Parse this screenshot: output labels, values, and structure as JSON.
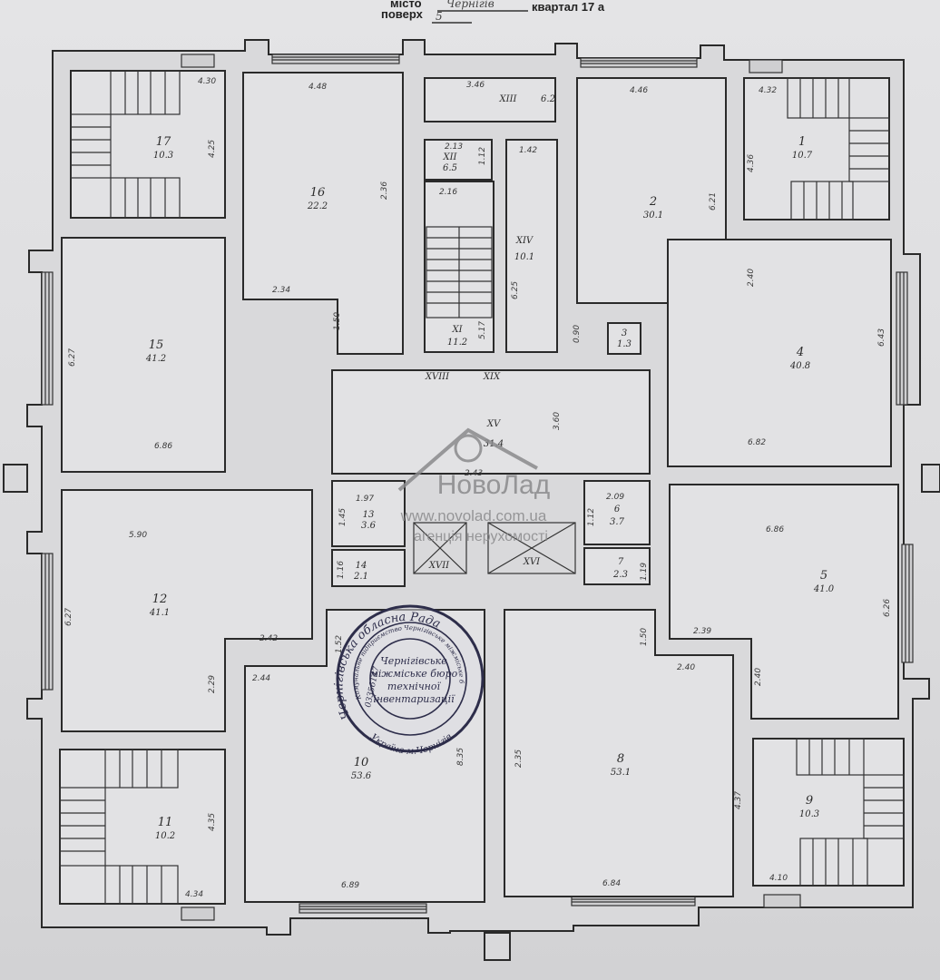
{
  "header": {
    "city_label": "місто",
    "city_value": "Чернігів",
    "block_label": "квартал 17 а",
    "floor_label": "поверх",
    "floor_value": "5"
  },
  "watermark": {
    "brand": "НовоЛад",
    "url": "www.novolad.com.ua",
    "tagline": "агенція нерухомості"
  },
  "stamp": {
    "outer_text": "Чернігівська обласна Рада",
    "ring_text": "Комунальне підприємство Чернігівське міжміське бюро технічної інвентаризації",
    "center_text": [
      "Чернігівське",
      "міжміське бюро",
      "технічної",
      "інвентаризації"
    ],
    "code": "03356147",
    "bottom_text": "Україна м.Чернігів"
  },
  "rooms": [
    {
      "id": "r17",
      "num": "17",
      "area": "10.3"
    },
    {
      "id": "r16",
      "num": "16",
      "area": "22.2"
    },
    {
      "id": "rXIII",
      "num": "XIII",
      "area": "6.2"
    },
    {
      "id": "rXII",
      "num": "XII",
      "area": "6.5"
    },
    {
      "id": "rXIV",
      "num": "XIV",
      "area": "10.1"
    },
    {
      "id": "r2",
      "num": "2",
      "area": "30.1"
    },
    {
      "id": "r1",
      "num": "1",
      "area": "10.7"
    },
    {
      "id": "r15",
      "num": "15",
      "area": "41.2"
    },
    {
      "id": "rXI",
      "num": "XI",
      "area": "11.2"
    },
    {
      "id": "r3",
      "num": "3",
      "area": "1.3"
    },
    {
      "id": "r4",
      "num": "4",
      "area": "40.8"
    },
    {
      "id": "rXV",
      "num": "XV",
      "area": "31.4"
    },
    {
      "id": "r13",
      "num": "13",
      "area": "3.6"
    },
    {
      "id": "r6",
      "num": "6",
      "area": "3.7"
    },
    {
      "id": "r14",
      "num": "14",
      "area": "2.1"
    },
    {
      "id": "r7",
      "num": "7",
      "area": "2.3"
    },
    {
      "id": "r12",
      "num": "12",
      "area": "41.1"
    },
    {
      "id": "r5",
      "num": "5",
      "area": "41.0"
    },
    {
      "id": "r10",
      "num": "10",
      "area": "53.6"
    },
    {
      "id": "r8",
      "num": "8",
      "area": "53.1"
    },
    {
      "id": "r11",
      "num": "11",
      "area": "10.2"
    },
    {
      "id": "r9",
      "num": "9",
      "area": "10.3"
    }
  ],
  "corridor_labels": [
    "XVII",
    "XVI",
    "XVIII",
    "XIX"
  ],
  "dimensions": [
    "4.30",
    "4.48",
    "3.46",
    "4.46",
    "4.32",
    "4.25",
    "2.36",
    "6.21",
    "4.36",
    "2.13",
    "1.42",
    "2.16",
    "1.12",
    "6.27",
    "2.34",
    "1.50",
    "6.25",
    "5.17",
    "0.90",
    "2.40",
    "6.43",
    "6.86",
    "3.60",
    "2.43",
    "6.82",
    "1.97",
    "1.45",
    "2.09",
    "1.12",
    "5.90",
    "6.86",
    "1.16",
    "1.19",
    "6.27",
    "2.42",
    "1.52",
    "1.50",
    "2.39",
    "6.26",
    "2.29",
    "2.44",
    "2.40",
    "2.40",
    "8.35",
    "2.35",
    "4.37",
    "4.35",
    "6.89",
    "6.84",
    "4.34",
    "4.10"
  ]
}
